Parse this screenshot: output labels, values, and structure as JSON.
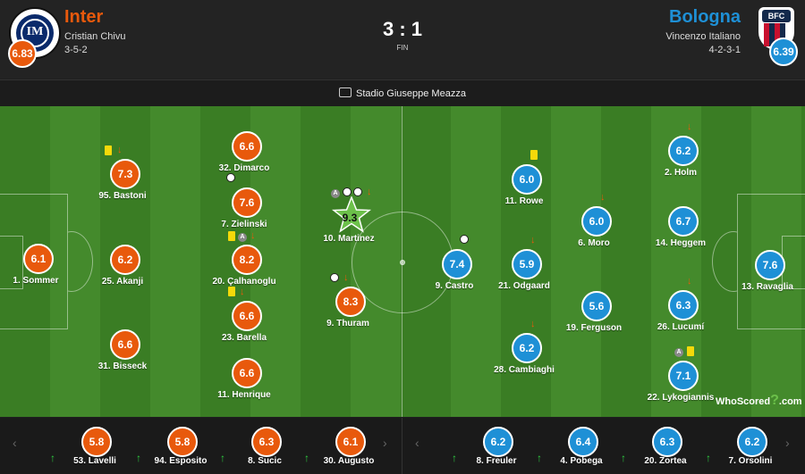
{
  "home": {
    "name": "Inter",
    "coach": "Cristian Chivu",
    "formation": "3-5-2",
    "rating": "6.83",
    "logo_text": "IM"
  },
  "away": {
    "name": "Bologna",
    "coach": "Vincenzo Italiano",
    "formation": "4-2-3-1",
    "rating": "6.39",
    "logo_text": "BFC"
  },
  "score": "3 : 1",
  "status": "FIN",
  "venue": "Stadio Giuseppe Meazza",
  "colors": {
    "home": "#e8590c",
    "away": "#1e90d6",
    "pitch": "#3a7d24",
    "card": "#f5d90a",
    "sub_in": "#2ecc40"
  },
  "home_players": [
    {
      "label": "1. Sommer",
      "rating": "6.1"
    },
    {
      "label": "95. Bastoni",
      "rating": "7.3"
    },
    {
      "label": "25. Akanji",
      "rating": "6.2"
    },
    {
      "label": "31. Bisseck",
      "rating": "6.6"
    },
    {
      "label": "32. Dimarco",
      "rating": "6.6"
    },
    {
      "label": "7. Zielinski",
      "rating": "7.6"
    },
    {
      "label": "20. Çalhanoglu",
      "rating": "8.2"
    },
    {
      "label": "23. Barella",
      "rating": "6.6"
    },
    {
      "label": "11. Henrique",
      "rating": "6.6"
    },
    {
      "label": "10. Martinez",
      "rating": "9.3"
    },
    {
      "label": "9. Thuram",
      "rating": "8.3"
    }
  ],
  "away_players": [
    {
      "label": "13. Ravaglia",
      "rating": "7.6"
    },
    {
      "label": "2. Holm",
      "rating": "6.2"
    },
    {
      "label": "14. Heggem",
      "rating": "6.7"
    },
    {
      "label": "26. Lucumí",
      "rating": "6.3"
    },
    {
      "label": "22. Lykogiannis",
      "rating": "7.1"
    },
    {
      "label": "6. Moro",
      "rating": "6.0"
    },
    {
      "label": "19. Ferguson",
      "rating": "5.6"
    },
    {
      "label": "11. Rowe",
      "rating": "6.0"
    },
    {
      "label": "21. Odgaard",
      "rating": "5.9"
    },
    {
      "label": "28. Cambiaghi",
      "rating": "6.2"
    },
    {
      "label": "9. Castro",
      "rating": "7.4"
    }
  ],
  "home_subs": [
    {
      "label": "53. Lavelli",
      "rating": "5.8"
    },
    {
      "label": "94. Esposito",
      "rating": "5.8"
    },
    {
      "label": "8. Sucic",
      "rating": "6.3"
    },
    {
      "label": "30. Augusto",
      "rating": "6.1"
    }
  ],
  "away_subs": [
    {
      "label": "8. Freuler",
      "rating": "6.2"
    },
    {
      "label": "4. Pobega",
      "rating": "6.4"
    },
    {
      "label": "20. Zortea",
      "rating": "6.3"
    },
    {
      "label": "7. Orsolini",
      "rating": "6.2"
    }
  ],
  "event_icons": {
    "card": "yellow-card-icon",
    "goal": "ball-icon",
    "assist": "assist-icon",
    "sub_off": "arrow-down-icon",
    "sub_on": "arrow-up-icon",
    "motm": "star-icon"
  },
  "assist_letter": "A",
  "watermark": "WhoScored",
  "watermark_suffix": ".com",
  "nav": {
    "prev": "‹",
    "next": "›"
  }
}
